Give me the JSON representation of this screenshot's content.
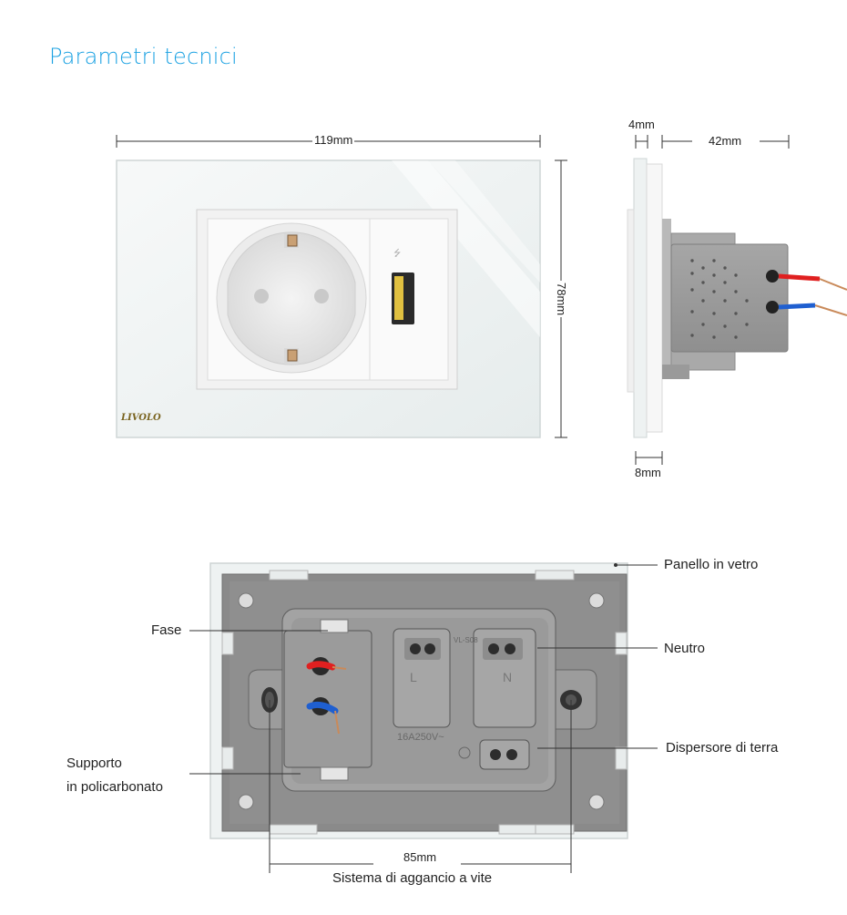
{
  "header": {
    "title": "Parametri tecnici"
  },
  "front_view": {
    "width_label": "119mm",
    "height_label": "78mm",
    "brand": "LIVOLO"
  },
  "side_view": {
    "glass_label": "4mm",
    "depth_label": "42mm",
    "bottom_label": "8mm"
  },
  "back_view": {
    "callouts": {
      "glass_panel": "Panello in vetro",
      "phase": "Fase",
      "neutral": "Neutro",
      "earth": "Dispersore di terra",
      "support_line1": "Supporto",
      "support_line2": "in policarbonato"
    },
    "width_label": "85mm",
    "screw_label": "Sistema di aggancio a vite",
    "markings": {
      "l": "L",
      "n": "N",
      "rating": "16A250V~",
      "model": "VL-S08"
    }
  },
  "colors": {
    "title": "#1aa1e2",
    "phase_wire": "#e02020",
    "neutral_wire": "#1f5fd0",
    "glass": "#eef2f2",
    "plastic_gray": "#8a8a8a"
  }
}
